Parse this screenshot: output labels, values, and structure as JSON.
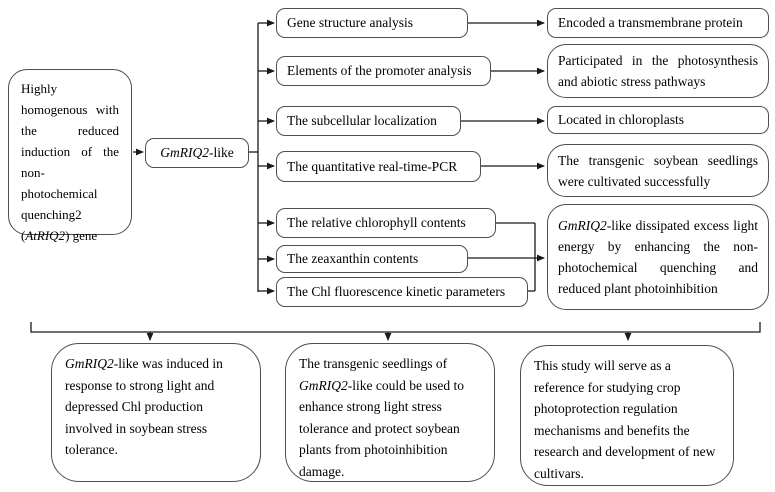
{
  "diagram": {
    "root_box": {
      "pre": "Highly homogenous with the reduced induction of the non-photochemical quenching2 (",
      "gene": "AtRIQ2",
      "post": ") gene"
    },
    "gene_box": {
      "gene": "GmRIQ2",
      "suffix": "-like"
    },
    "analysis_boxes": [
      "Gene structure analysis",
      "Elements of the promoter analysis",
      "The subcellular localization",
      "The quantitative real-time-PCR",
      "The relative chlorophyll contents",
      "The zeaxanthin contents",
      "The Chl fluorescence kinetic parameters"
    ],
    "result_boxes": [
      "Encoded a transmembrane protein",
      "Participated in the photosynthesis and abiotic stress pathways",
      "Located in chloroplasts",
      "The transgenic soybean seedlings were cultivated successfully"
    ],
    "result_box_gene": {
      "gene": "GmRIQ2",
      "post": "-like dissipated excess light energy by enhancing the non-photochemical quenching and reduced plant photoinhibition"
    },
    "conclusion_boxes": [
      {
        "pre": "",
        "gene": "GmRIQ2",
        "post": "-like was induced in response to strong light and depressed Chl production involved in soybean stress tolerance."
      },
      {
        "pre": "The transgenic seedlings of ",
        "gene": "GmRIQ2",
        "post": "-like could be used to enhance strong light stress tolerance and protect soybean plants from photoinhibition damage."
      },
      {
        "pre": "This study will serve as a reference for studying crop photoprotection regulation mechanisms and benefits the research and development of new cultivars.",
        "gene": "",
        "post": ""
      }
    ],
    "colors": {
      "border": "#4f4f4f",
      "line": "#1a1a1a",
      "background": "#ffffff",
      "text": "#000000"
    }
  }
}
